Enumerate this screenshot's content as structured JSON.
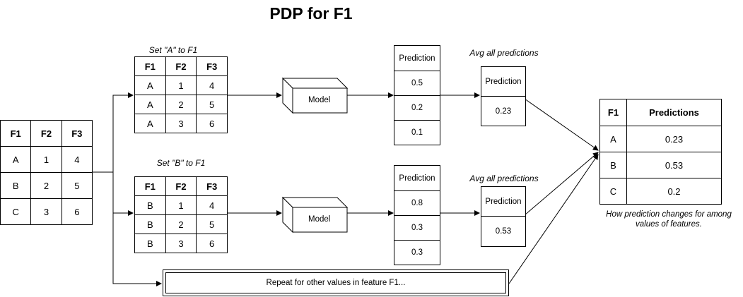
{
  "title": "PDP for F1",
  "input_table": {
    "headers": [
      "F1",
      "F2",
      "F3"
    ],
    "rows": [
      [
        "A",
        "1",
        "4"
      ],
      [
        "B",
        "2",
        "5"
      ],
      [
        "C",
        "3",
        "6"
      ]
    ]
  },
  "branch_a": {
    "caption": "Set \"A\" to F1",
    "headers": [
      "F1",
      "F2",
      "F3"
    ],
    "rows": [
      [
        "A",
        "1",
        "4"
      ],
      [
        "A",
        "2",
        "5"
      ],
      [
        "A",
        "3",
        "6"
      ]
    ],
    "model_label": "Model",
    "predictions_header": "Prediction",
    "predictions": [
      "0.5",
      "0.2",
      "0.1"
    ],
    "avg_caption": "Avg all predictions",
    "avg_header": "Prediction",
    "avg_value": "0.23"
  },
  "branch_b": {
    "caption": "Set \"B\" to F1",
    "headers": [
      "F1",
      "F2",
      "F3"
    ],
    "rows": [
      [
        "B",
        "1",
        "4"
      ],
      [
        "B",
        "2",
        "5"
      ],
      [
        "B",
        "3",
        "6"
      ]
    ],
    "model_label": "Model",
    "predictions_header": "Prediction",
    "predictions": [
      "0.8",
      "0.3",
      "0.3"
    ],
    "avg_caption": "Avg all predictions",
    "avg_header": "Prediction",
    "avg_value": "0.53"
  },
  "repeat_text": "Repeat for other values in feature F1...",
  "result_table": {
    "headers": [
      "F1",
      "Predictions"
    ],
    "rows": [
      [
        "A",
        "0.23"
      ],
      [
        "B",
        "0.53"
      ],
      [
        "C",
        "0.2"
      ]
    ]
  },
  "result_caption": "How prediction changes for among values of features."
}
